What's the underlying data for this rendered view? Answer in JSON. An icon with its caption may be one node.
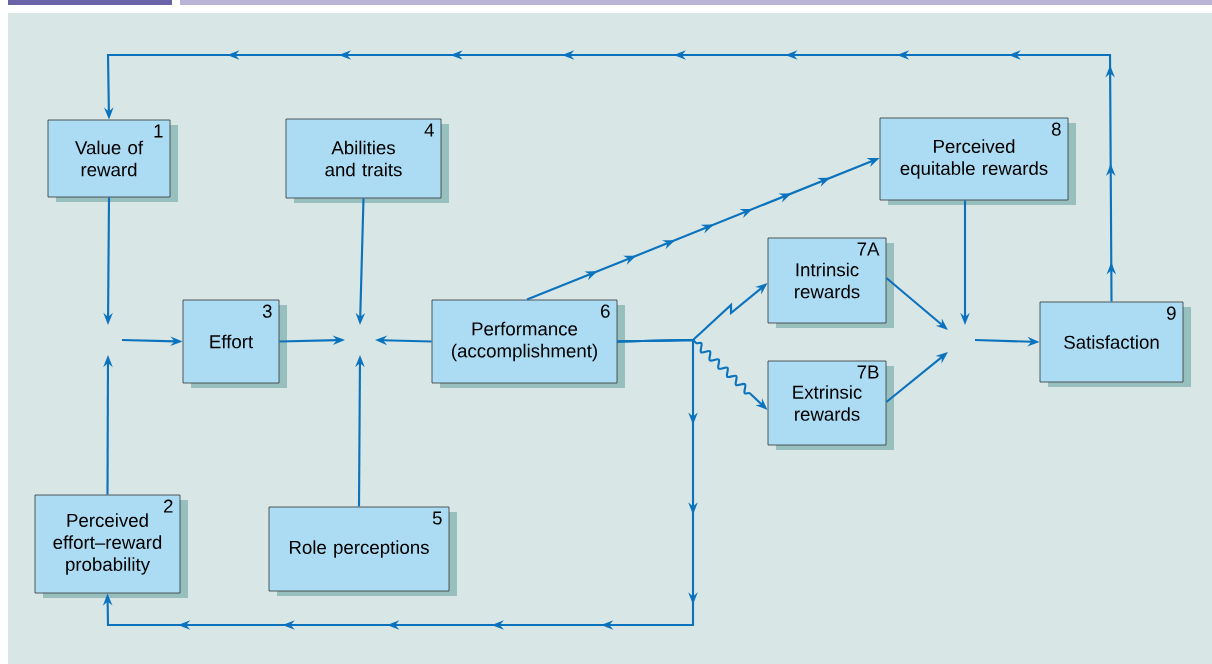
{
  "diagram": {
    "nodes": [
      {
        "text": [
          "Value of reward",
          "1"
        ]
      },
      {
        "text": [
          "Abilities and traits",
          "4"
        ]
      },
      {
        "text": [
          "Perceived equitable rewards",
          "8"
        ]
      },
      {
        "text": [
          "3",
          "Effort"
        ]
      },
      {
        "text": [
          "Performance (accomplishment)",
          "6"
        ]
      },
      {
        "text": [
          "7A",
          "Intrinsic rewards"
        ]
      },
      {
        "text": [
          "7B",
          "Extrinsic rewards"
        ]
      },
      {
        "text": [
          "9",
          "Satisfaction"
        ]
      },
      {
        "text": [
          "Perceived effort–reward probability",
          "2"
        ]
      },
      {
        "text": [
          "5",
          "Role perceptions"
        ]
      }
    ],
    "edges": [
      {
        "from": 7,
        "to": 0,
        "arrow": "to"
      },
      {
        "from": 0,
        "to": null,
        "arrow": "to"
      },
      {
        "from": 8,
        "to": null,
        "arrow": "to"
      },
      {
        "from": null,
        "to": 3,
        "arrow": "to"
      },
      {
        "from": 3,
        "to": null,
        "arrow": "to"
      },
      {
        "from": 1,
        "to": null,
        "arrow": "to"
      },
      {
        "from": 9,
        "to": null,
        "arrow": "to"
      },
      {
        "from": 4,
        "to": null,
        "arrow": "to"
      },
      {
        "from": 4,
        "to": 2,
        "arrow": "to"
      },
      {
        "from": 4,
        "to": 5,
        "arrow": "to"
      },
      {
        "from": 4,
        "to": 6,
        "arrow": "to"
      },
      {
        "from": 4,
        "to": 8,
        "arrow": "to"
      },
      {
        "from": 5,
        "to": null,
        "arrow": "to"
      },
      {
        "from": 6,
        "to": null,
        "arrow": "to"
      },
      {
        "from": 2,
        "to": null,
        "arrow": "to"
      },
      {
        "from": null,
        "to": 7,
        "arrow": "to"
      }
    ]
  }
}
